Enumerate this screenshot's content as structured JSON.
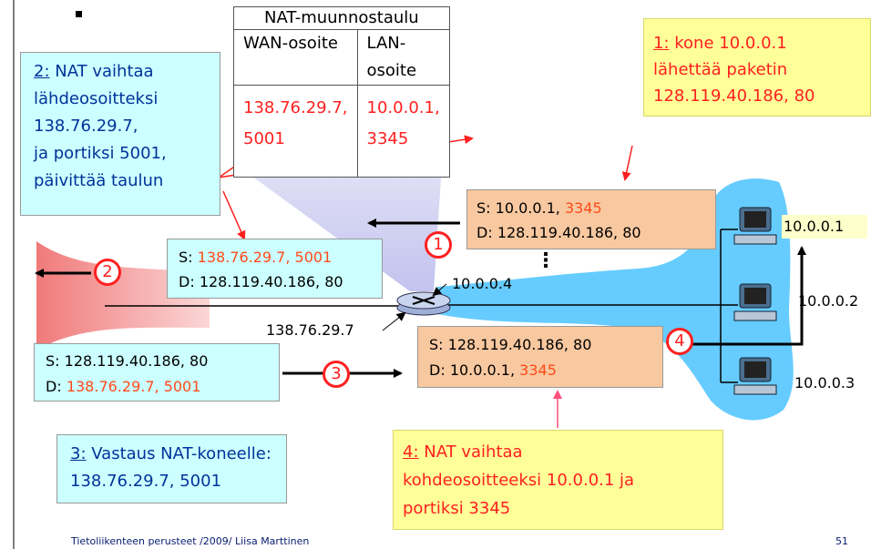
{
  "nat_table": {
    "title": "NAT-muunnostaulu",
    "headers": [
      "WAN-osoite",
      "LAN-osoite"
    ],
    "row": {
      "wan_ip": "138.76.29.7,",
      "wan_port": "5001",
      "lan_ip": "10.0.0.1,",
      "lan_port": "3345"
    }
  },
  "step1": {
    "num": "1:",
    "line1": "kone 10.0.0.1",
    "line2": "lähettää paketin",
    "line3": "128.119.40.186, 80"
  },
  "step2": {
    "num": "2:",
    "line1": "NAT vaihtaa",
    "line2": "lähdeosoitteksi",
    "line3": "138.76.29.7,",
    "line4": "ja portiksi 5001,",
    "line5": "päivittää taulun"
  },
  "step3": {
    "num": "3:",
    "line1": "Vastaus NAT-koneelle:",
    "line2": "138.76.29.7, 5001"
  },
  "step4": {
    "num": "4:",
    "line1": "NAT vaihtaa",
    "line2": "kohdeosoitteeksi 10.0.0.1 ja",
    "line3": "portiksi 3345"
  },
  "packet1": {
    "s_prefix": "S:",
    "s_ip": "10.0.0.1,",
    "s_port": "3345",
    "d_prefix": "D:",
    "d_val": "128.119.40.186, 80"
  },
  "packet2": {
    "s_prefix": "S:",
    "s_ip": "138.76.29.7,",
    "s_port": "5001",
    "d_prefix": "D:",
    "d_val": "128.119.40.186, 80"
  },
  "packet3": {
    "s_prefix": "S:",
    "s_val": "128.119.40.186, 80",
    "d_prefix": "D:",
    "d_ip": "138.76.29.7,",
    "d_port": "5001"
  },
  "packet4": {
    "s_prefix": "S:",
    "s_val": "128.119.40.186, 80",
    "d_prefix": "D:",
    "d_ip": "10.0.0.1,",
    "d_port": "3345"
  },
  "circles": [
    "1",
    "2",
    "3",
    "4"
  ],
  "router_lan_ip": "10.0.0.4",
  "router_wan_ip": "138.76.29.7",
  "hosts": [
    {
      "ip": "10.0.0.1"
    },
    {
      "ip": "10.0.0.2"
    },
    {
      "ip": "10.0.0.3"
    }
  ],
  "ellipsis": "⋮",
  "footer": {
    "left": "Tietoliikenteen perusteet /2009/  Liisa Marttinen",
    "page": "51"
  },
  "colors": {
    "cyan": "#ccffff",
    "tan": "#f8c8a0",
    "yellow": "#ffff99",
    "red": "#ff2020",
    "lan_blue": "#66ccff",
    "wan_red": "#f08080"
  }
}
